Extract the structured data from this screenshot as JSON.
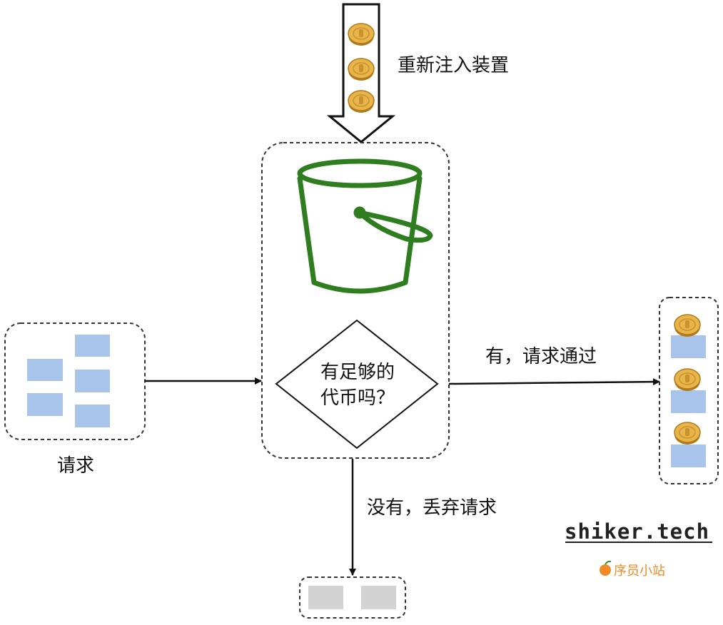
{
  "labels": {
    "refill": "重新注入装置",
    "request": "请求",
    "decision_line1": "有足够的",
    "decision_line2": "代币吗？",
    "pass": "有，请求通过",
    "drop": "没有，丢弃请求"
  },
  "watermark": {
    "site": "shiker.tech",
    "name": "序员小站"
  },
  "colors": {
    "bucket": "#2e7d1f",
    "request_block": "#a9c4ea",
    "dropped_block": "#d3d3d3",
    "coin": "#e8b54a",
    "coin_edge": "#b07a1c",
    "orange": "#f08a24"
  }
}
